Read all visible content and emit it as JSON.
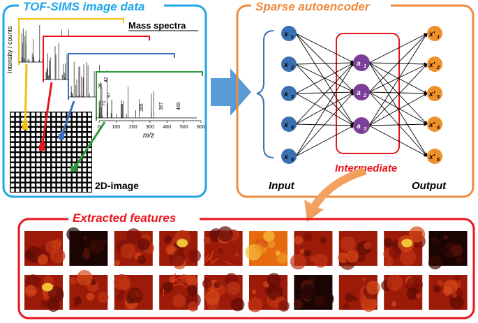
{
  "left_panel": {
    "title": "TOF-SIMS image data",
    "mass_spectra_label": "Mass spectra",
    "y_axis_label": "Intensity / counts",
    "x_axis_label": "m/z",
    "x_ticks": [
      "0",
      "100",
      "200",
      "300",
      "400",
      "500",
      "600"
    ],
    "peak_labels": [
      "26",
      "42",
      "71",
      "97",
      "285",
      "367",
      "465"
    ],
    "image_label": "2D-image",
    "spectrum_colors": [
      "#f0c010",
      "#e8141c",
      "#3a6fc0",
      "#2e9a3a"
    ]
  },
  "right_panel": {
    "title": "Sparse autoencoder",
    "input_nodes": [
      "x1",
      "x2",
      "x3",
      "x4",
      "x5"
    ],
    "hidden_nodes": [
      "a1",
      "a2",
      "a3"
    ],
    "output_nodes": [
      "x'1",
      "x'2",
      "x'3",
      "x'4",
      "x'5"
    ],
    "input_label": "Input",
    "intermediate_label": "Intermediate",
    "output_label": "Output",
    "input_color": "#3a6fb0",
    "hidden_color": "#7b3f98",
    "output_color": "#f0902c"
  },
  "bottom_panel": {
    "title": "Extracted features",
    "rows": 2,
    "columns": 10
  },
  "colors": {
    "blue_border": "#1fa6e8",
    "orange_border": "#ee8a3c",
    "red_border": "#e8141c",
    "arrow_blue": "#5b9bd5"
  }
}
